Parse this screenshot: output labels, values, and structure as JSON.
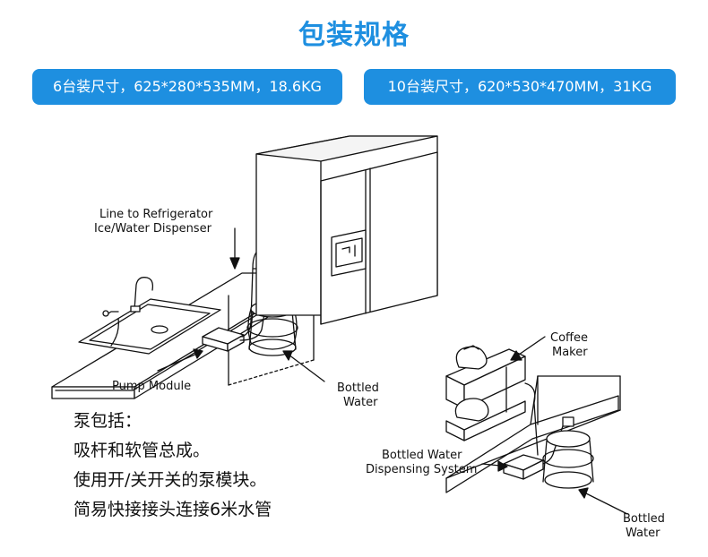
{
  "title": "包装规格",
  "specs": [
    {
      "text": "6台装尺寸，625*280*535MM，18.6KG"
    },
    {
      "text": "10台装尺寸，620*530*470MM，31KG"
    }
  ],
  "colors": {
    "title": "#1E8FE0",
    "pill": "#1E8FE0"
  },
  "diagram": {
    "labels": {
      "line_to_fridge_1": "Line to Refrigerator",
      "line_to_fridge_2": "Ice/Water Dispenser",
      "pump_module": "Pump Module",
      "bottled_water_1_line1": "Bottled",
      "bottled_water_1_line2": "Water",
      "coffee_maker_line1": "Coffee",
      "coffee_maker_line2": "Maker",
      "dispensing_system_line1": "Bottled Water",
      "dispensing_system_line2": "Dispensing System",
      "bottled_water_2_line1": "Bottled",
      "bottled_water_2_line2": "Water"
    }
  },
  "notes": [
    "泵包括：",
    "吸杆和软管总成。",
    "使用开/关开关的泵模块。",
    "简易快接接头连接6米水管"
  ]
}
